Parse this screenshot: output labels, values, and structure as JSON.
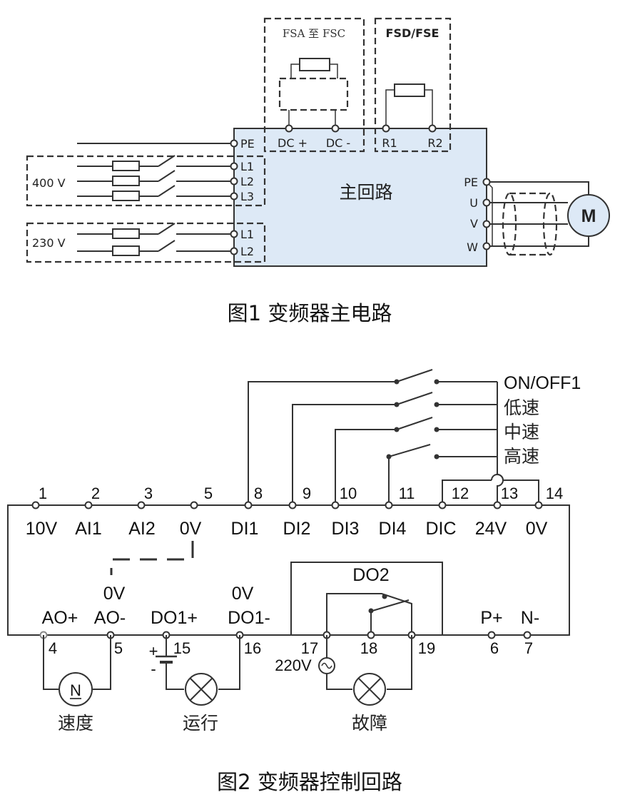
{
  "fig1": {
    "caption": "图1  变频器主电路",
    "main_label": "主回路",
    "fsa_fsc_label": "FSA 至 FSC",
    "fsd_fse_label": "FSD/FSE",
    "v400": "400 V",
    "v230": "230 V",
    "motor": "M",
    "terminals": {
      "pe_in": "PE",
      "dcp": "DC +",
      "dcm": "DC -",
      "r1": "R1",
      "r2": "R2",
      "l1a": "L1",
      "l2a": "L2",
      "l3a": "L3",
      "l1b": "L1",
      "l2b": "L2",
      "pe_out": "PE",
      "u": "U",
      "v": "V",
      "w": "W"
    }
  },
  "fig2": {
    "caption": "图2  变频器控制回路",
    "switch_labels": [
      "ON/OFF1",
      "低速",
      "中速",
      "高速"
    ],
    "top_numbers": [
      "1",
      "2",
      "3",
      "5",
      "8",
      "9",
      "10",
      "11",
      "12",
      "13",
      "14"
    ],
    "top_names": [
      "10V",
      "AI1",
      "AI2",
      "0V",
      "DI1",
      "DI2",
      "DI3",
      "DI4",
      "DIC",
      "24V",
      "0V"
    ],
    "ao_0v": "0V",
    "do1_0v": "0V",
    "bottom_names": {
      "ao_plus": "AO+",
      "ao_minus": "AO-",
      "do1_plus": "DO1+",
      "do1_minus": "DO1-",
      "p_plus": "P+",
      "n_minus": "N-"
    },
    "bottom_numbers": [
      "4",
      "5",
      "15",
      "16",
      "17",
      "18",
      "19",
      "6",
      "7"
    ],
    "do2": "DO2",
    "v220": "220V",
    "meter_symbol": "N",
    "batt_plus": "+",
    "batt_minus": "-",
    "load_labels": [
      "速度",
      "运行",
      "故障"
    ]
  }
}
